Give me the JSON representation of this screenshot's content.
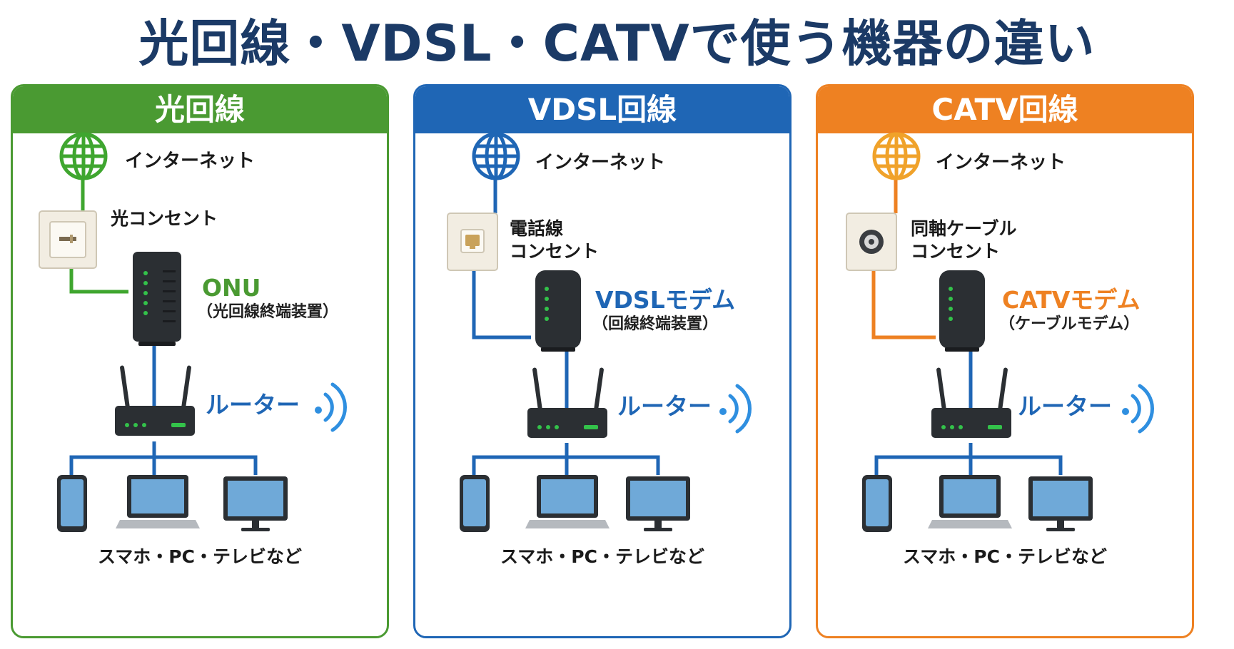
{
  "title": "光回線・VDSL・CATVで使う機器の違い",
  "panels": [
    {
      "header": "光回線",
      "color": "#4a9a32",
      "internet": "インターネット",
      "outlet": "光コンセント",
      "device": "ONU",
      "device_sub": "（光回線終端装置）",
      "router": "ルーター",
      "devices_label": "スマホ・PC・テレビなど"
    },
    {
      "header": "VDSL回線",
      "color": "#1f66b5",
      "internet": "インターネット",
      "outlet": "電話線\nコンセント",
      "device": "VDSLモデム",
      "device_sub": "（回線終端装置）",
      "router": "ルーター",
      "devices_label": "スマホ・PC・テレビなど"
    },
    {
      "header": "CATV回線",
      "color": "#ee8122",
      "internet": "インターネット",
      "outlet": "同軸ケーブル\nコンセント",
      "device": "CATVモデム",
      "device_sub": "（ケーブルモデム）",
      "router": "ルーター",
      "devices_label": "スマホ・PC・テレビなど"
    }
  ],
  "colors": {
    "title": "#1b3a66",
    "network_line": "#1f66b5",
    "wifi": "#2f8fe0",
    "device_body": "#2b2f33",
    "led": "#33c24a"
  },
  "icons": [
    "globe-icon",
    "outlet-icon",
    "modem-icon",
    "router-icon",
    "wifi-icon",
    "smartphone-icon",
    "laptop-icon",
    "monitor-icon"
  ]
}
